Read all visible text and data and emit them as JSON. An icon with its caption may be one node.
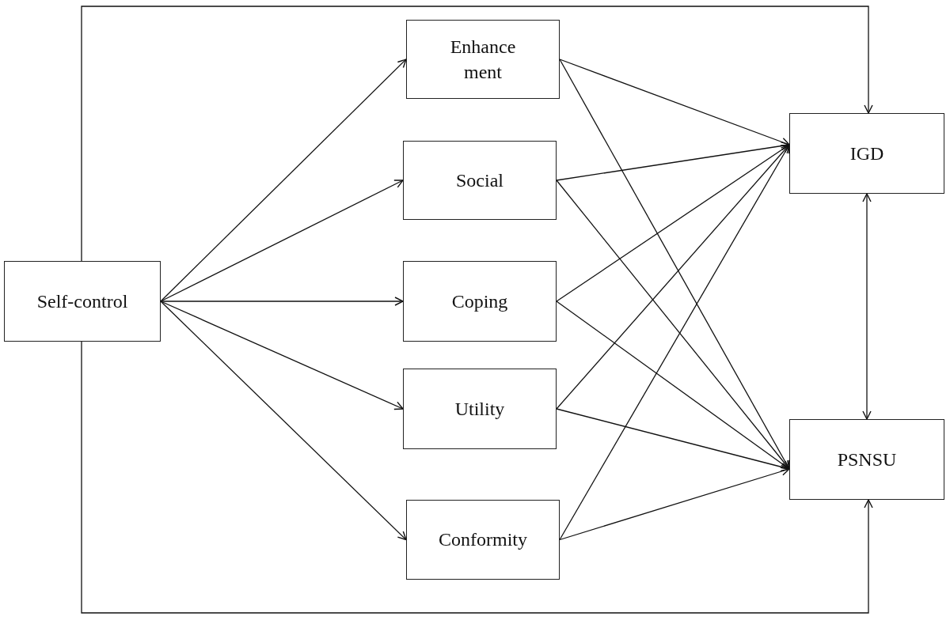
{
  "diagram": {
    "nodes": [
      {
        "text": [
          "Self-control"
        ]
      },
      {
        "text": [
          "Enhance ment"
        ]
      },
      {
        "text": [
          "Social"
        ]
      },
      {
        "text": [
          "Coping"
        ]
      },
      {
        "text": [
          "Utility"
        ]
      },
      {
        "text": [
          "Conformity"
        ]
      },
      {
        "text": [
          "IGD"
        ]
      },
      {
        "text": [
          "PSNSU"
        ]
      }
    ],
    "edges": [
      {
        "from": 0,
        "to": 1,
        "arrow": "to"
      },
      {
        "from": 0,
        "to": 2,
        "arrow": "to"
      },
      {
        "from": 0,
        "to": 3,
        "arrow": "to"
      },
      {
        "from": 0,
        "to": 4,
        "arrow": "to"
      },
      {
        "from": 0,
        "to": 5,
        "arrow": "to"
      },
      {
        "from": 0,
        "to": 6,
        "arrow": "to"
      },
      {
        "from": 0,
        "to": 7,
        "arrow": "to"
      },
      {
        "from": 1,
        "to": 6,
        "arrow": "to"
      },
      {
        "from": 1,
        "to": 7,
        "arrow": "to"
      },
      {
        "from": 2,
        "to": 6,
        "arrow": "to"
      },
      {
        "from": 2,
        "to": 7,
        "arrow": "to"
      },
      {
        "from": 3,
        "to": 6,
        "arrow": "to"
      },
      {
        "from": 3,
        "to": 7,
        "arrow": "to"
      },
      {
        "from": 4,
        "to": 6,
        "arrow": "to"
      },
      {
        "from": 4,
        "to": 7,
        "arrow": "to"
      },
      {
        "from": 5,
        "to": 6,
        "arrow": "to"
      },
      {
        "from": 5,
        "to": 7,
        "arrow": "to"
      },
      {
        "from": 6,
        "to": 7,
        "arrow": "both"
      }
    ]
  }
}
